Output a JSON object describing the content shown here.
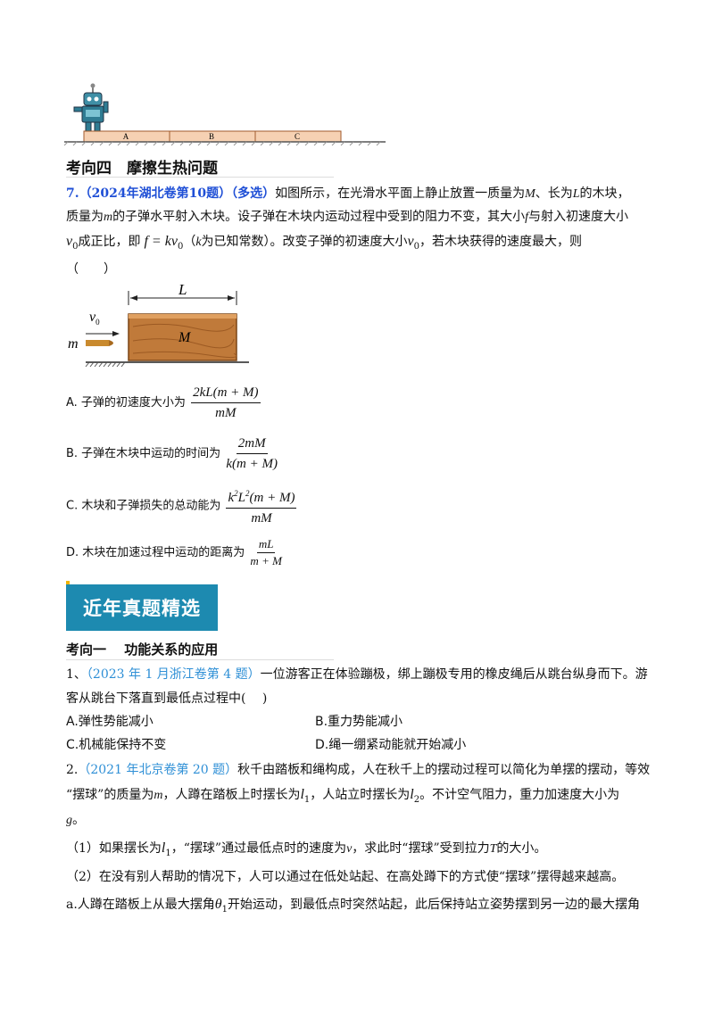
{
  "figure_top": {
    "labels": [
      "A",
      "B",
      "C"
    ]
  },
  "section4": {
    "title": "考向四　摩擦生热问题"
  },
  "q7": {
    "num": "7.",
    "source": "（2024年湖北卷第10题）（多选）",
    "l1": "如图所示，在光滑水平面上静止放置一质量为",
    "l1b": "、长为",
    "l1c": "的木块，",
    "l2": "质量为",
    "l2b": "的子弹水平射入木块。设子弹在木块内运动过程中受到的阻力不变，其大小",
    "l2c": "与射入初速度大小",
    "l3a": "成正比，即",
    "l3b": "（",
    "l3c": "为已知常数）。改变子弹的初速度大小",
    "l3d": "，若木块获得的速度最大，则",
    "paren": "（　　）",
    "fig": {
      "L": "L",
      "M": "M",
      "m": "m",
      "v0": "v"
    },
    "options": {
      "A": "A.  子弹的初速度大小为",
      "B": "B.  子弹在木块中运动的时间为",
      "C": "C.  木块和子弹损失的总动能为",
      "D": "D.  木块在加速过程中运动的距离为"
    }
  },
  "banner": "近年真题精选",
  "section1": {
    "title": "考向一　 功能关系的应用"
  },
  "q1": {
    "num": "1、",
    "source": "（2023 年 1 月浙江卷第 4 题）",
    "text1": "一位游客正在体验蹦极，绑上蹦极专用的橡皮绳后从跳台纵身而下。游",
    "text2": "客从跳台下落直到最低点过程中(　 )",
    "A": "A.弹性势能减小",
    "B": "B.重力势能减小",
    "C": "C.机械能保持不变",
    "D": "D.绳一绷紧动能就开始减小"
  },
  "q2": {
    "num": "2.",
    "source": "（2021 年北京卷第 20 题）",
    "l1": "秋千由踏板和绳构成，人在秋千上的摆动过程可以简化为单摆的摆动，等效",
    "l2a": "“摆球”的质量为",
    "l2b": "，人蹲在踏板上时摆长为",
    "l2c": "，人站立时摆长为",
    "l2d": "。不计空气阻力，重力加速度大小为",
    "l3": "。",
    "p1a": "（1）如果摆长为",
    "p1b": "，“摆球”通过最低点时的速度为",
    "p1c": "，求此时“摆球”受到拉力",
    "p1d": "的大小。",
    "p2": "（2）在没有别人帮助的情况下，人可以通过在低处站起、在高处蹲下的方式使“摆球”摆得越来越高。",
    "pa1": "a.人蹲在踏板上从最大摆角",
    "pa2": "开始运动，到最低点时突然站起，此后保持站立姿势摆到另一边的最大摆角"
  }
}
